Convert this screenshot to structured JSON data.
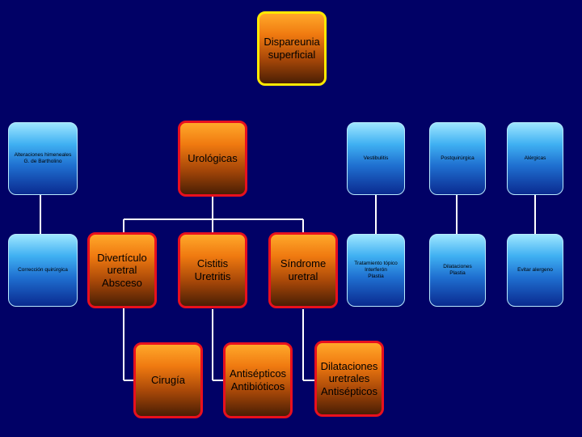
{
  "diagram": {
    "root": "Dispareunia\nsuperficial",
    "top_row": {
      "alteraciones": "Alteraciones himeneales\nG. de Bartholino",
      "urologicas": "Urológicas",
      "vestibulitis": "Vestibulitis",
      "postquirurgica": "Postquirúrgica",
      "alergicas": "Alérgicas"
    },
    "middle_row": {
      "correccion": "Corrección quirúrgica",
      "diverticulo": "Divertículo\nuretral\nAbsceso",
      "cistitis": "Cistitis\nUretritis",
      "sindrome": "Síndrome\nuretral",
      "tratamiento": "Tratamiento tópico\nInterferón\nPlastia",
      "dilataciones_plastia": "Dilataciones\nPlastia",
      "evitar": "Evitar alergeno"
    },
    "bottom_row": {
      "cirugia": "Cirugía",
      "antisepticos": "Antisépticos\nAntibióticos",
      "dilataciones_uretrales": "Dilataciones\nuretrales\nAntisépticos"
    }
  },
  "colors": {
    "background": "#010166",
    "connector": "#ffffff",
    "warm_border": "#e8101e",
    "root_border": "#ffe800",
    "cool_border": "#b8eaff"
  }
}
